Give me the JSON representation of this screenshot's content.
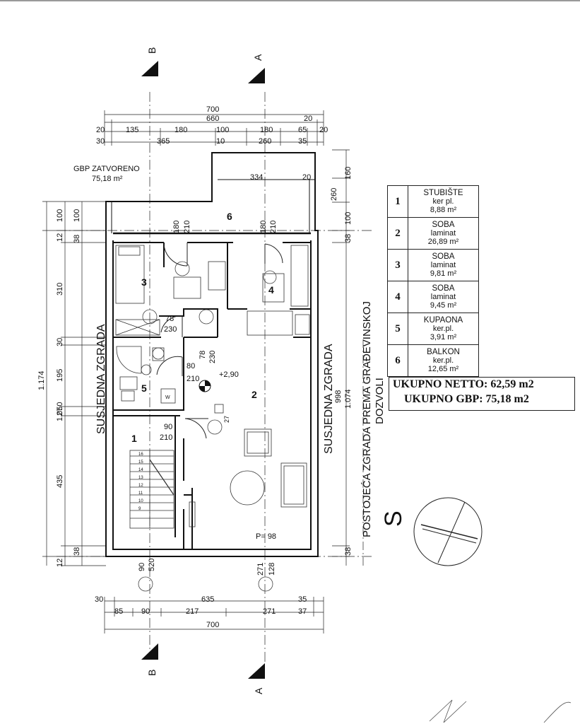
{
  "sections": {
    "a": "A",
    "b": "B"
  },
  "dims_top": {
    "row1": [
      "700"
    ],
    "row2": [
      "660",
      "20"
    ],
    "row3": [
      "20",
      "135",
      "180",
      "100",
      "180",
      "65",
      "20"
    ],
    "row4": [
      "30",
      "365",
      "10",
      "260",
      "35"
    ]
  },
  "dims_bottom": {
    "row1": [
      "30",
      "635",
      "35"
    ],
    "row2": [
      "85",
      "90",
      "217",
      "271",
      "37"
    ],
    "row3": [
      "700"
    ]
  },
  "dims_left_outer": [
    "100",
    "12",
    "310",
    "30",
    "195",
    "27",
    "435",
    "12"
  ],
  "dims_left_inner": [
    "100",
    "38",
    "38"
  ],
  "dims_left_total": [
    "1.174",
    "1.050"
  ],
  "dims_right": [
    "160",
    "260",
    "100",
    "38",
    "38",
    "1.074",
    "998"
  ],
  "gbp": {
    "label": "GBP ZATVORENO",
    "area": "75,18 m²"
  },
  "labels": {
    "neighbor_left": "SUSJEDNA ZGRADA",
    "neighbor_right": "SUSJEDNA ZGRADA",
    "existing": "POSTOJEĆA ZGRADA PREMA GRAĐEVINSKOJ",
    "permit": "DOZVOLI",
    "north": "S"
  },
  "room_numbers": [
    "1",
    "2",
    "3",
    "4",
    "5",
    "6"
  ],
  "door_dims": {
    "d1": [
      "180",
      "210"
    ],
    "d2": [
      "180",
      "210"
    ],
    "d3": [
      "334",
      "20"
    ],
    "d4": [
      "78",
      "230"
    ],
    "d5": [
      "78",
      "230"
    ],
    "d6": [
      "80",
      "210"
    ],
    "d7": [
      "90",
      "210"
    ],
    "d8": [
      "90",
      "520"
    ],
    "d9": [
      "271",
      "128"
    ]
  },
  "misc": {
    "level": "+2,90",
    "p": "P= 98",
    "w": "W",
    "h27": "27"
  },
  "stairs": [
    "16",
    "15",
    "14",
    "13",
    "12",
    "11",
    "10",
    "9"
  ],
  "rooms": [
    {
      "num": "1",
      "name": "STUBIŠTE",
      "finish": "ker pl.",
      "area": "8,88 m²"
    },
    {
      "num": "2",
      "name": "SOBA",
      "finish": "laminat",
      "area": "26,89 m²"
    },
    {
      "num": "3",
      "name": "SOBA",
      "finish": "laminat",
      "area": "9,81 m²"
    },
    {
      "num": "4",
      "name": "SOBA",
      "finish": "laminat",
      "area": "9,45 m²"
    },
    {
      "num": "5",
      "name": "KUPAONA",
      "finish": "ker.pl.",
      "area": "3,91 m²"
    },
    {
      "num": "6",
      "name": "BALKON",
      "finish": "ker.pl.",
      "area": "12,65 m²"
    }
  ],
  "totals": {
    "netto": "UKUPNO NETTO: 62,59 m2",
    "gbp": "UKUPNO GBP: 75,18 m2"
  }
}
